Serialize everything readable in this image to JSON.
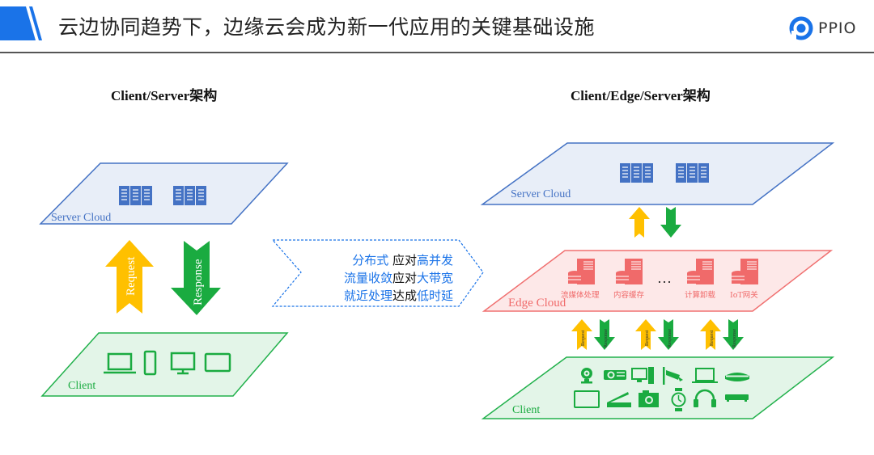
{
  "header": {
    "title": "云边协同趋势下，边缘云会成为新一代应用的关键基础设施",
    "logo_text": "PPIO",
    "accent": "#1a73e8"
  },
  "left": {
    "title": "Client/Server架构",
    "server_layer": "Server Cloud",
    "client_layer": "Client",
    "request_label": "Request",
    "response_label": "Response",
    "client_devices": [
      "laptop-icon",
      "phone-icon",
      "monitor-icon",
      "tablet-icon"
    ]
  },
  "middle": {
    "lines": [
      {
        "parts": [
          {
            "text": "分布式",
            "style": "b"
          },
          {
            "text": " 应对",
            "style": "k"
          },
          {
            "text": "高并发",
            "style": "b"
          }
        ]
      },
      {
        "parts": [
          {
            "text": "流量收敛",
            "style": "b"
          },
          {
            "text": "应对",
            "style": "k"
          },
          {
            "text": "大带宽",
            "style": "b"
          }
        ]
      },
      {
        "parts": [
          {
            "text": "就近处理",
            "style": "b"
          },
          {
            "text": "达成",
            "style": "k"
          },
          {
            "text": "低时延",
            "style": "b"
          }
        ]
      }
    ]
  },
  "right": {
    "title": "Client/Edge/Server架构",
    "server_layer": "Server Cloud",
    "edge_layer": "Edge Cloud",
    "client_layer": "Client",
    "edge_nodes": [
      "流媒体处理",
      "内容缓存",
      "计算卸载",
      "IoT网关"
    ],
    "ellipsis": "…",
    "request_label": "Request",
    "response_label": "Response",
    "client_devices_row1": [
      "webcam-icon",
      "projector-icon",
      "desktop-icon",
      "cctv-icon",
      "laptop-icon",
      "vr-headset-icon"
    ],
    "client_devices_row2": [
      "tablet-icon",
      "scanner-icon",
      "camera-icon",
      "smartwatch-icon",
      "headphones-icon",
      "set-top-box-icon"
    ]
  },
  "colors": {
    "server_fill": "#e8eef8",
    "server_stroke": "#4472c4",
    "client_fill": "#e3f5e8",
    "client_stroke": "#22b14c",
    "edge_fill": "#fde8e8",
    "edge_stroke": "#f07070",
    "request": "#ffc000",
    "response": "#1aab40"
  }
}
